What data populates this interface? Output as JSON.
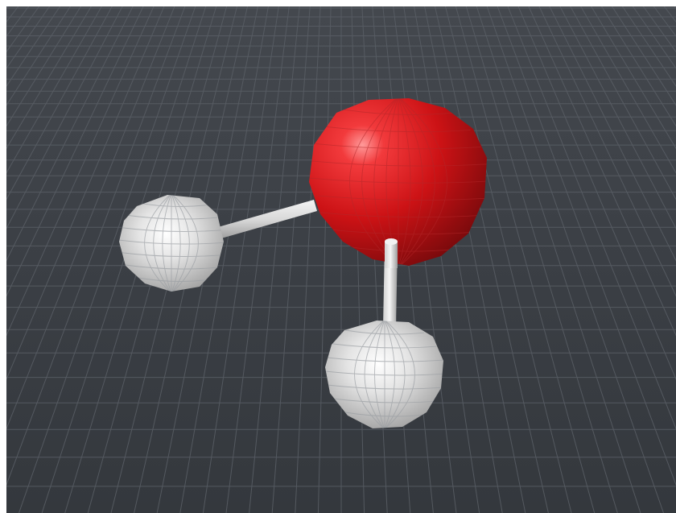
{
  "scene": {
    "subject": "water-molecule",
    "background_color": "#3a3e44",
    "grid_color": "#5a5f66",
    "atoms": [
      {
        "element": "O",
        "color": "#d01418"
      },
      {
        "element": "H",
        "color": "#e8e8e8"
      },
      {
        "element": "H",
        "color": "#e8e8e8"
      }
    ],
    "bond_color": "#e0e0e0"
  }
}
